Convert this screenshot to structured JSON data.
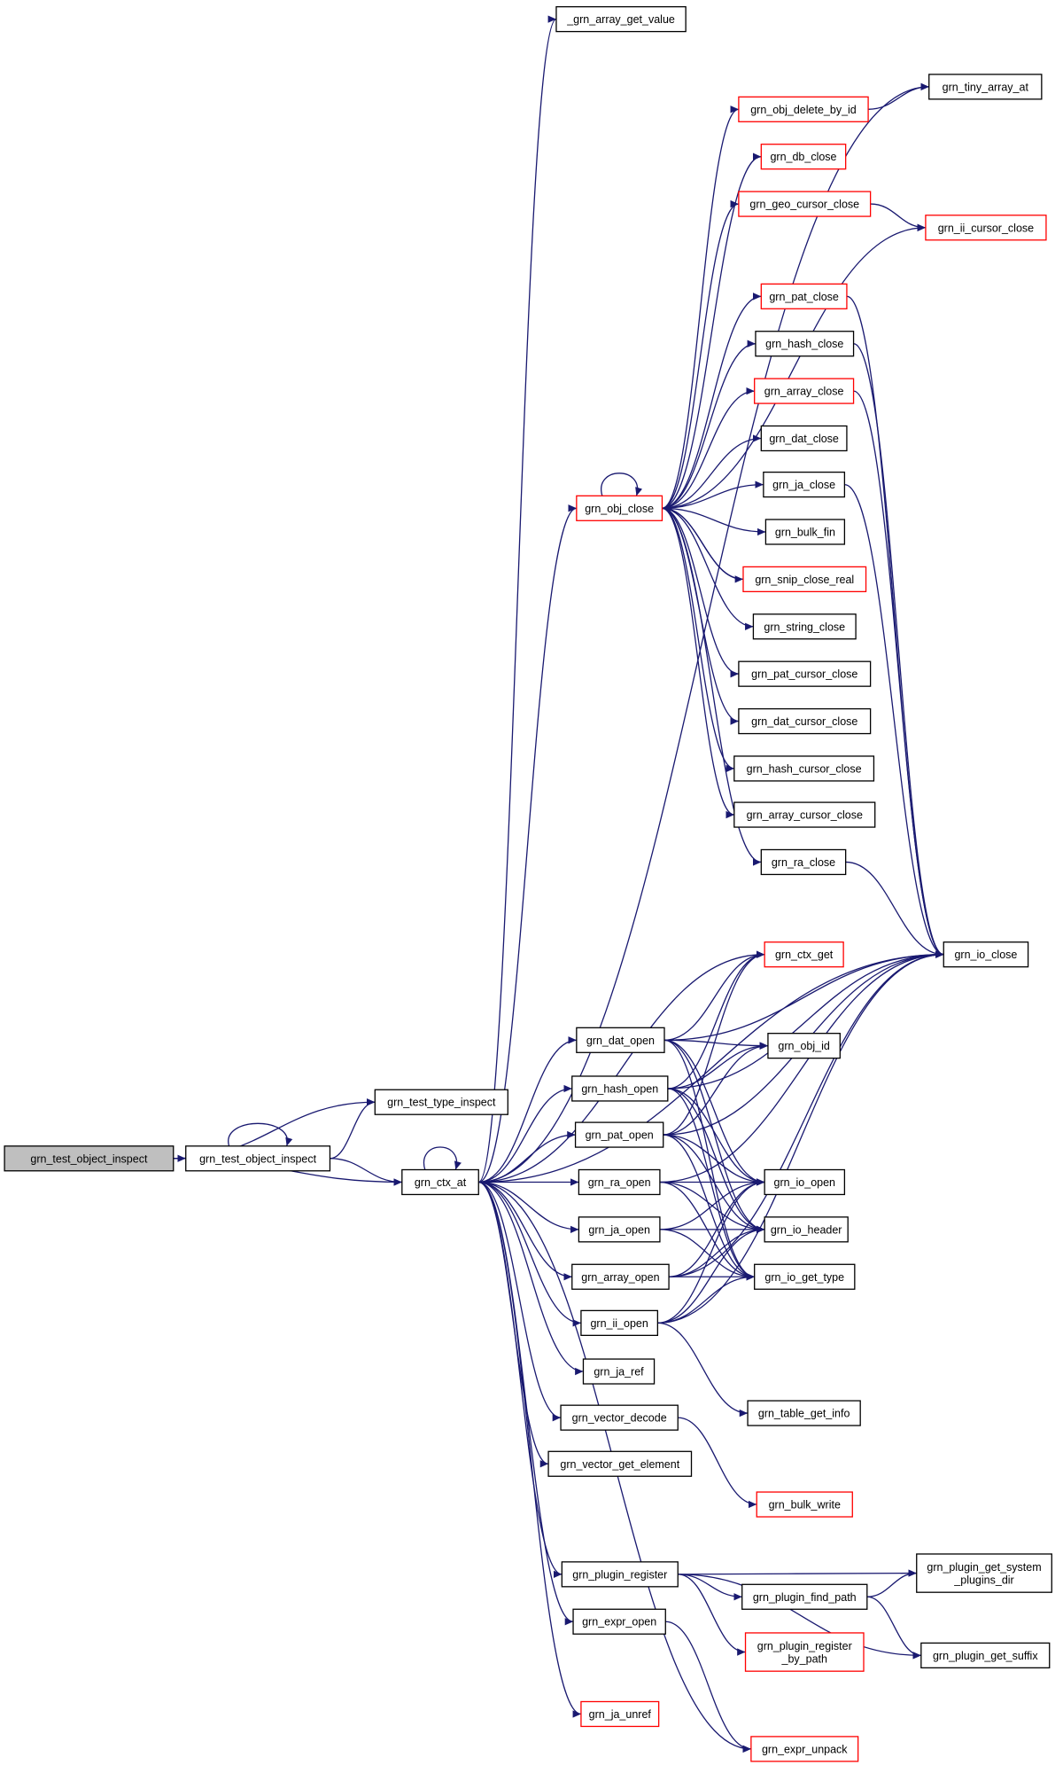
{
  "nodes": [
    {
      "id": "root",
      "label": [
        "grn_test_object_inspect"
      ],
      "style": "root"
    },
    {
      "id": "toi",
      "label": [
        "grn_test_object_inspect"
      ],
      "style": "plain"
    },
    {
      "id": "tti",
      "label": [
        "grn_test_type_inspect"
      ],
      "style": "plain"
    },
    {
      "id": "ctxat",
      "label": [
        "grn_ctx_at"
      ],
      "style": "plain"
    },
    {
      "id": "agv",
      "label": [
        "_grn_array_get_value"
      ],
      "style": "plain"
    },
    {
      "id": "tiny",
      "label": [
        "grn_tiny_array_at"
      ],
      "style": "plain"
    },
    {
      "id": "odel",
      "label": [
        "grn_obj_delete_by_id"
      ],
      "style": "red"
    },
    {
      "id": "dbc",
      "label": [
        "grn_db_close"
      ],
      "style": "red"
    },
    {
      "id": "geoc",
      "label": [
        "grn_geo_cursor_close"
      ],
      "style": "red"
    },
    {
      "id": "iic",
      "label": [
        "grn_ii_cursor_close"
      ],
      "style": "red"
    },
    {
      "id": "patc",
      "label": [
        "grn_pat_close"
      ],
      "style": "red"
    },
    {
      "id": "hashc",
      "label": [
        "grn_hash_close"
      ],
      "style": "plain"
    },
    {
      "id": "arrc",
      "label": [
        "grn_array_close"
      ],
      "style": "red"
    },
    {
      "id": "datc",
      "label": [
        "grn_dat_close"
      ],
      "style": "plain"
    },
    {
      "id": "jac",
      "label": [
        "grn_ja_close"
      ],
      "style": "plain"
    },
    {
      "id": "objc",
      "label": [
        "grn_obj_close"
      ],
      "style": "red"
    },
    {
      "id": "bulkf",
      "label": [
        "grn_bulk_fin"
      ],
      "style": "plain"
    },
    {
      "id": "snip",
      "label": [
        "grn_snip_close_real"
      ],
      "style": "red"
    },
    {
      "id": "strc",
      "label": [
        "grn_string_close"
      ],
      "style": "plain"
    },
    {
      "id": "patcc",
      "label": [
        "grn_pat_cursor_close"
      ],
      "style": "plain"
    },
    {
      "id": "datcc",
      "label": [
        "grn_dat_cursor_close"
      ],
      "style": "plain"
    },
    {
      "id": "hashcc",
      "label": [
        "grn_hash_cursor_close"
      ],
      "style": "plain"
    },
    {
      "id": "arrcc",
      "label": [
        "grn_array_cursor_close"
      ],
      "style": "plain"
    },
    {
      "id": "rac",
      "label": [
        "grn_ra_close"
      ],
      "style": "plain"
    },
    {
      "id": "ioc",
      "label": [
        "grn_io_close"
      ],
      "style": "plain"
    },
    {
      "id": "ctxget",
      "label": [
        "grn_ctx_get"
      ],
      "style": "red"
    },
    {
      "id": "dato",
      "label": [
        "grn_dat_open"
      ],
      "style": "plain"
    },
    {
      "id": "objid",
      "label": [
        "grn_obj_id"
      ],
      "style": "plain"
    },
    {
      "id": "hasho",
      "label": [
        "grn_hash_open"
      ],
      "style": "plain"
    },
    {
      "id": "pato",
      "label": [
        "grn_pat_open"
      ],
      "style": "plain"
    },
    {
      "id": "rao",
      "label": [
        "grn_ra_open"
      ],
      "style": "plain"
    },
    {
      "id": "ioo",
      "label": [
        "grn_io_open"
      ],
      "style": "plain"
    },
    {
      "id": "jao",
      "label": [
        "grn_ja_open"
      ],
      "style": "plain"
    },
    {
      "id": "ioh",
      "label": [
        "grn_io_header"
      ],
      "style": "plain"
    },
    {
      "id": "arro",
      "label": [
        "grn_array_open"
      ],
      "style": "plain"
    },
    {
      "id": "iogt",
      "label": [
        "grn_io_get_type"
      ],
      "style": "plain"
    },
    {
      "id": "iio",
      "label": [
        "grn_ii_open"
      ],
      "style": "plain"
    },
    {
      "id": "jaref",
      "label": [
        "grn_ja_ref"
      ],
      "style": "plain"
    },
    {
      "id": "tgi",
      "label": [
        "grn_table_get_info"
      ],
      "style": "plain"
    },
    {
      "id": "vdec",
      "label": [
        "grn_vector_decode"
      ],
      "style": "plain"
    },
    {
      "id": "vget",
      "label": [
        "grn_vector_get_element"
      ],
      "style": "plain"
    },
    {
      "id": "bulkw",
      "label": [
        "grn_bulk_write"
      ],
      "style": "red"
    },
    {
      "id": "preg",
      "label": [
        "grn_plugin_register"
      ],
      "style": "plain"
    },
    {
      "id": "psys",
      "label": [
        "grn_plugin_get_system",
        "_plugins_dir"
      ],
      "style": "plain"
    },
    {
      "id": "pfind",
      "label": [
        "grn_plugin_find_path"
      ],
      "style": "plain"
    },
    {
      "id": "pregp",
      "label": [
        "grn_plugin_register",
        "_by_path"
      ],
      "style": "red"
    },
    {
      "id": "psuf",
      "label": [
        "grn_plugin_get_suffix"
      ],
      "style": "plain"
    },
    {
      "id": "expro",
      "label": [
        "grn_expr_open"
      ],
      "style": "plain"
    },
    {
      "id": "jaunref",
      "label": [
        "grn_ja_unref"
      ],
      "style": "red"
    },
    {
      "id": "expru",
      "label": [
        "grn_expr_unpack"
      ],
      "style": "red"
    }
  ],
  "edges": [
    [
      "root",
      "toi"
    ],
    [
      "root",
      "tti"
    ],
    [
      "root",
      "ctxat"
    ],
    [
      "toi",
      "toi"
    ],
    [
      "toi",
      "tti"
    ],
    [
      "toi",
      "ctxat"
    ],
    [
      "ctxat",
      "ctxat"
    ],
    [
      "ctxat",
      "agv"
    ],
    [
      "ctxat",
      "tiny"
    ],
    [
      "ctxat",
      "objc"
    ],
    [
      "ctxat",
      "ioc"
    ],
    [
      "ctxat",
      "ctxget"
    ],
    [
      "ctxat",
      "dato"
    ],
    [
      "ctxat",
      "hasho"
    ],
    [
      "ctxat",
      "pato"
    ],
    [
      "ctxat",
      "rao"
    ],
    [
      "ctxat",
      "jao"
    ],
    [
      "ctxat",
      "arro"
    ],
    [
      "ctxat",
      "iio"
    ],
    [
      "ctxat",
      "jaref"
    ],
    [
      "ctxat",
      "vdec"
    ],
    [
      "ctxat",
      "vget"
    ],
    [
      "ctxat",
      "preg"
    ],
    [
      "ctxat",
      "expro"
    ],
    [
      "ctxat",
      "jaunref"
    ],
    [
      "ctxat",
      "expru"
    ],
    [
      "objc",
      "objc"
    ],
    [
      "objc",
      "odel"
    ],
    [
      "objc",
      "dbc"
    ],
    [
      "objc",
      "geoc"
    ],
    [
      "objc",
      "iic"
    ],
    [
      "objc",
      "patc"
    ],
    [
      "objc",
      "hashc"
    ],
    [
      "objc",
      "arrc"
    ],
    [
      "objc",
      "datc"
    ],
    [
      "objc",
      "jac"
    ],
    [
      "objc",
      "bulkf"
    ],
    [
      "objc",
      "snip"
    ],
    [
      "objc",
      "strc"
    ],
    [
      "objc",
      "patcc"
    ],
    [
      "objc",
      "datcc"
    ],
    [
      "objc",
      "hashcc"
    ],
    [
      "objc",
      "arrcc"
    ],
    [
      "objc",
      "rac"
    ],
    [
      "odel",
      "tiny"
    ],
    [
      "geoc",
      "iic"
    ],
    [
      "patc",
      "ioc"
    ],
    [
      "hashc",
      "ioc"
    ],
    [
      "arrc",
      "ioc"
    ],
    [
      "jac",
      "ioc"
    ],
    [
      "rac",
      "ioc"
    ],
    [
      "snip",
      "objc"
    ],
    [
      "dato",
      "ctxget"
    ],
    [
      "dato",
      "objid"
    ],
    [
      "dato",
      "ioo"
    ],
    [
      "dato",
      "ioh"
    ],
    [
      "dato",
      "iogt"
    ],
    [
      "dato",
      "ioc"
    ],
    [
      "hasho",
      "ctxget"
    ],
    [
      "hasho",
      "objid"
    ],
    [
      "hasho",
      "ioo"
    ],
    [
      "hasho",
      "ioh"
    ],
    [
      "hasho",
      "iogt"
    ],
    [
      "hasho",
      "ioc"
    ],
    [
      "pato",
      "ctxget"
    ],
    [
      "pato",
      "objid"
    ],
    [
      "pato",
      "ioo"
    ],
    [
      "pato",
      "ioh"
    ],
    [
      "pato",
      "iogt"
    ],
    [
      "pato",
      "ioc"
    ],
    [
      "rao",
      "ioo"
    ],
    [
      "rao",
      "ioh"
    ],
    [
      "rao",
      "iogt"
    ],
    [
      "rao",
      "ioc"
    ],
    [
      "jao",
      "ioo"
    ],
    [
      "jao",
      "ioh"
    ],
    [
      "jao",
      "iogt"
    ],
    [
      "arro",
      "ioo"
    ],
    [
      "arro",
      "ioh"
    ],
    [
      "arro",
      "iogt"
    ],
    [
      "arro",
      "ioc"
    ],
    [
      "iio",
      "ioo"
    ],
    [
      "iio",
      "ioh"
    ],
    [
      "iio",
      "iogt"
    ],
    [
      "iio",
      "tgi"
    ],
    [
      "iio",
      "ioc"
    ],
    [
      "vdec",
      "bulkw"
    ],
    [
      "preg",
      "psys"
    ],
    [
      "preg",
      "pfind"
    ],
    [
      "preg",
      "pregp"
    ],
    [
      "preg",
      "psuf"
    ],
    [
      "pfind",
      "psys"
    ],
    [
      "pfind",
      "psuf"
    ],
    [
      "expro",
      "expru"
    ]
  ],
  "colors": {
    "edge": "#191970",
    "red_border": "#ff0000",
    "plain_border": "#000000",
    "root_fill": "#bfbfbf"
  }
}
